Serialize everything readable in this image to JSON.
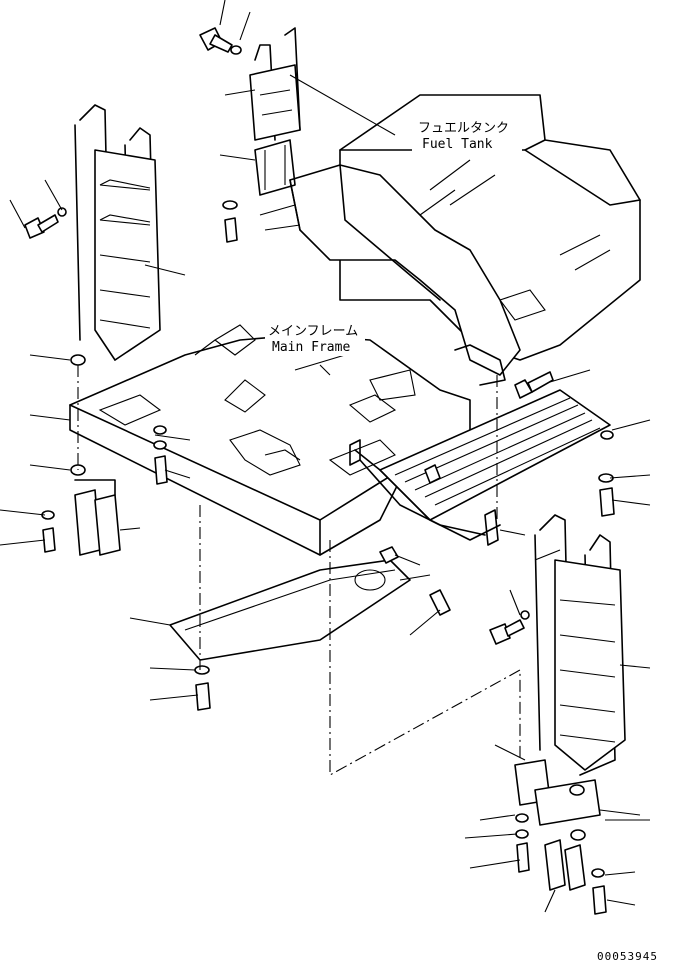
{
  "labels": {
    "fuel_tank_jp": "フュエルタンク",
    "fuel_tank_en": "Fuel Tank",
    "main_frame_jp": "メインフレーム",
    "main_frame_en": "Main Frame"
  },
  "document_number": "00053945"
}
